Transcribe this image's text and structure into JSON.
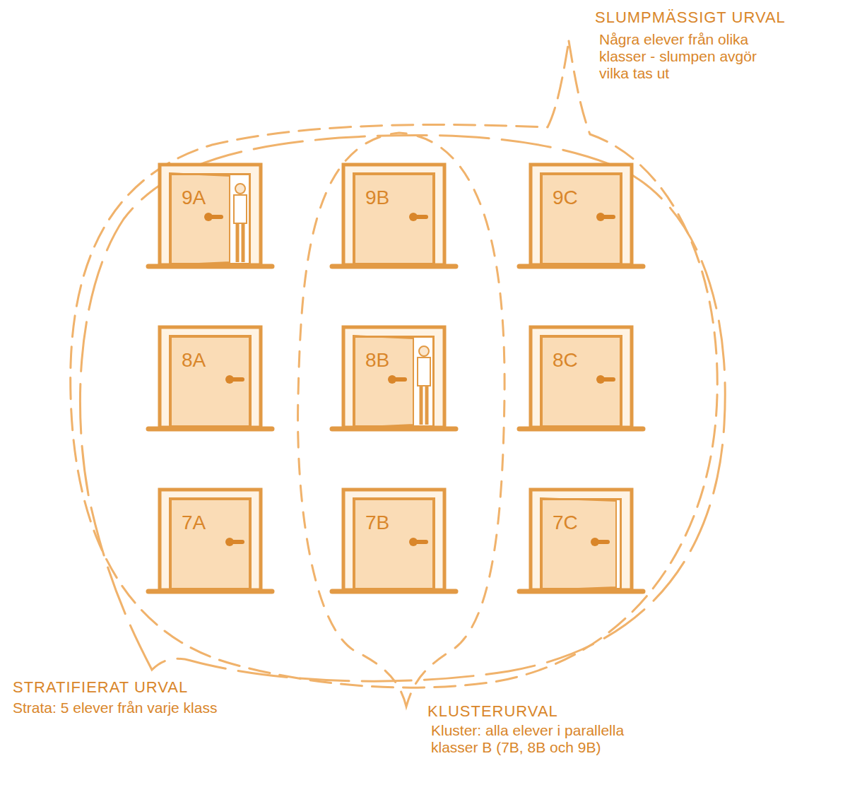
{
  "diagram": {
    "nodes": [
      {
        "text": [
          "9A"
        ]
      },
      {
        "text": [
          "9B"
        ]
      },
      {
        "text": [
          "9C"
        ]
      },
      {
        "text": [
          "8A"
        ]
      },
      {
        "text": [
          "8B"
        ]
      },
      {
        "text": [
          "8C"
        ]
      },
      {
        "text": [
          "7A"
        ]
      },
      {
        "text": [
          "7B"
        ]
      },
      {
        "text": [
          "7C"
        ]
      }
    ],
    "labels": [
      "SLUMPMÄSSIGT URVAL",
      "Några elever från olika klasser - slumpen avgör vilka tas ut",
      "STRATIFIERAT URVAL",
      "Strata: 5 elever från varje klass",
      "KLUSTERURVAL",
      "Kluster: alla elever i parallella klasser B (7B, 8B och 9B)"
    ]
  }
}
